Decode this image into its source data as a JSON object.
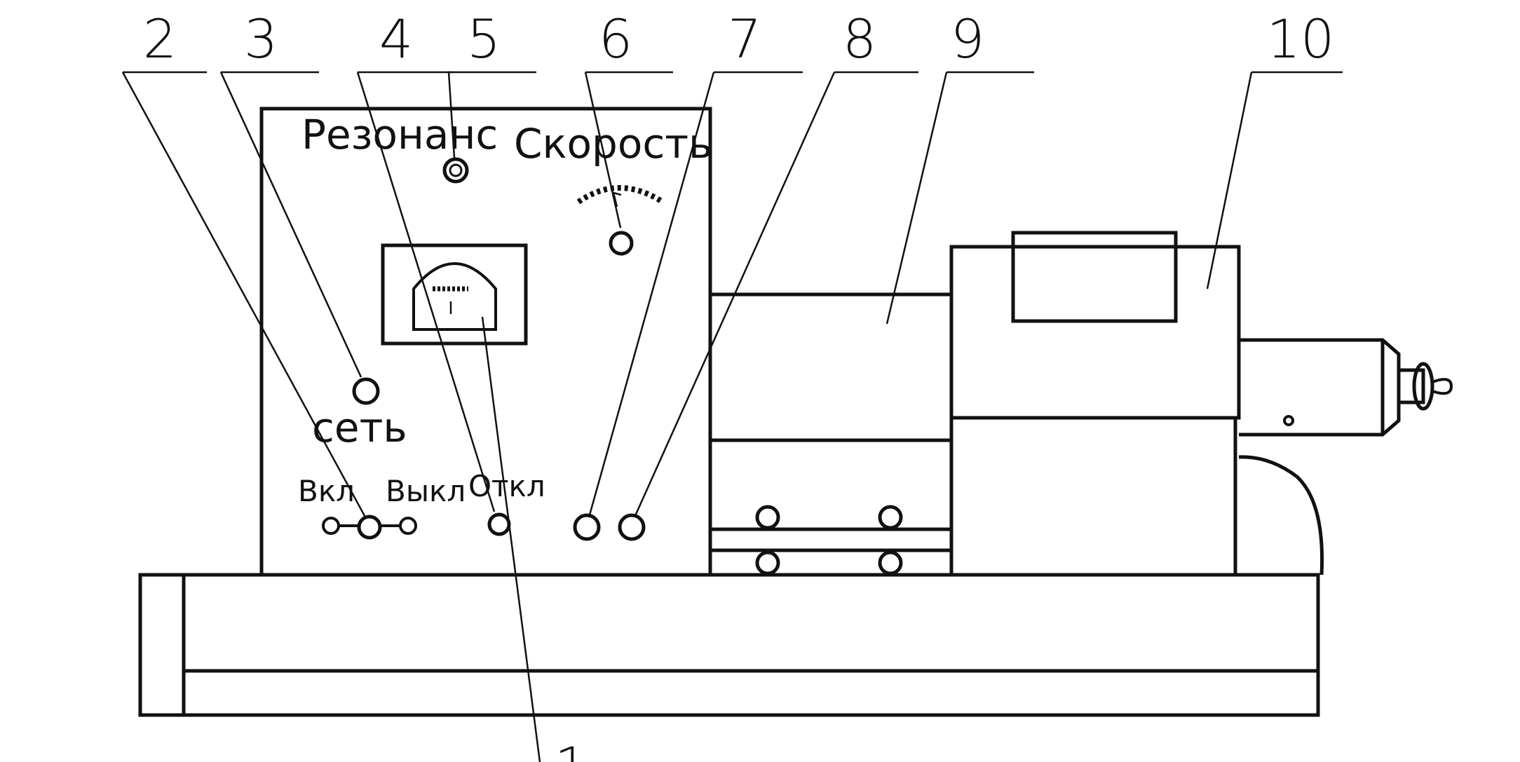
{
  "callout_numbers": [
    "2",
    "3",
    "4",
    "5",
    "6",
    "7",
    "8",
    "9",
    "10",
    "1"
  ],
  "panel": {
    "resonance_label": "Резонанс",
    "speed_label": "Скорость",
    "network_label": "сеть",
    "on_label": "Вкл",
    "off_label": "Выкл",
    "disconnect_label": "Откл"
  },
  "colors": {
    "ink": "#111111",
    "paper": "#ffffff"
  }
}
